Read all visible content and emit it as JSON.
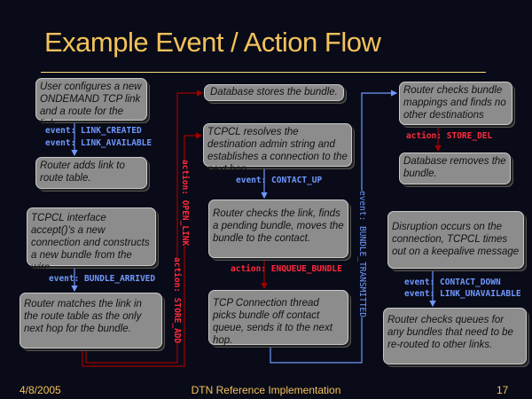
{
  "title": "Example Event / Action Flow",
  "boxes": {
    "user_configures": "User configures a new ONDEMAND TCP link and a route for the link.",
    "router_adds_link": "Router adds link to route table.",
    "tcpcl_accept": "TCPCL interface accept()'s a new connection and constructs a new bundle from the wire.",
    "router_matches": "Router matches the link in the route table as the only next hop for the bundle.",
    "database_stores": "Database stores the bundle.",
    "tcpcl_resolves": "TCPCL resolves the destination admin string and establishes a connection to the next hop.",
    "router_checks_link": "Router checks the link, finds a pending bundle, moves the bundle to the contact.",
    "tcp_thread": "TCP Connection thread picks bundle off contact queue, sends it to the next hop.",
    "router_checks_mappings": "Router checks bundle mappings and finds no other destinations",
    "database_removes": "Database removes the bundle.",
    "disruption": "Disruption occurs on the connection, TCPCL times out on a keepalive message",
    "router_checks_queues": "Router checks queues for any bundles that need to be re-routed to other links."
  },
  "labels": {
    "link_created": "event: LINK_CREATED",
    "link_available": "event: LINK_AVAILABLE",
    "bundle_arrived": "event: BUNDLE_ARRIVED",
    "open_link": "action: OPEN_LINK",
    "store_add": "action: STORE_ADD",
    "contact_up": "event: CONTACT_UP",
    "enqueue_bundle": "action: ENQUEUE_BUNDLE",
    "bundle_transmitted": "event: BUNDLE_TRANSMITTED",
    "store_del": "action: STORE_DEL",
    "contact_down": "event: CONTACT_DOWN",
    "link_unavailable": "event: LINK_UNAVAILABLE"
  },
  "footer": {
    "date": "4/8/2005",
    "center": "DTN Reference Implementation",
    "page": "17"
  },
  "colors": {
    "event": "#6f98ff",
    "action": "#ff2a3c",
    "action_line": "#a00000",
    "title": "#f3c25a"
  }
}
